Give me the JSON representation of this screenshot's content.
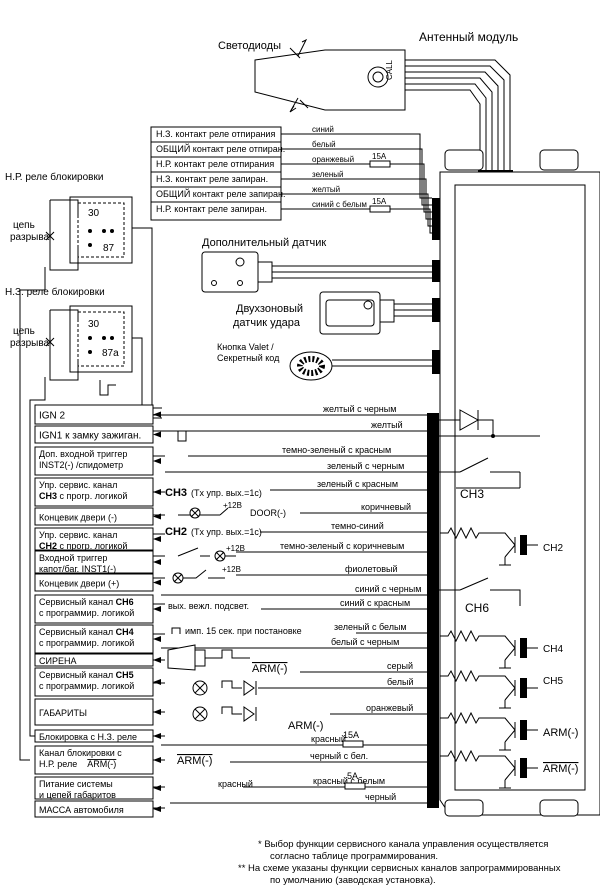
{
  "top": {
    "leds_label": "Светодиоды",
    "antenna_label": "Антенный модуль",
    "antenna_button": "CALL"
  },
  "relay_outputs": [
    {
      "label": "Н.З. контакт реле отпирания",
      "wire": "синий"
    },
    {
      "label": "ОБЩИЙ контакт реле отпиран.",
      "wire": "белый"
    },
    {
      "label": "Н.Р. контакт реле отпирания",
      "wire": "оранжевый",
      "fuse": "15А"
    },
    {
      "label": "Н.З. контакт реле запиран.",
      "wire": "зеленый"
    },
    {
      "label": "ОБЩИЙ контакт реле запиран.",
      "wire": "желтый"
    },
    {
      "label": "Н.Р. контакт реле запиран.",
      "wire": "синий с белым",
      "fuse": "15А"
    }
  ],
  "sensors": {
    "additional": "Дополнительный датчик",
    "shock_1": "Двухзоновый",
    "shock_2": "датчик удара",
    "valet_1": "Кнопка Valet /",
    "valet_2": "Секретный код"
  },
  "relays": {
    "no_title": "Н.Р. реле блокировки",
    "nc_title": "Н.З. реле блокировки",
    "break_1": "цепь",
    "break_2": "разрыва",
    "pin30": "30",
    "pin87": "87",
    "pin87a": "87а"
  },
  "left_boxes": [
    {
      "l1": "IGN 2"
    },
    {
      "l1": "IGN1 к замку зажиган."
    },
    {
      "l1": "Доп. входной триггер",
      "l2": "INST2(-) /спидометр"
    },
    {
      "l1": "Упр. сервис. канал",
      "l2a": "CH3",
      "l2b": " с прогр. логикой"
    },
    {
      "l1": "Концевик двери (-)"
    },
    {
      "l1": "Упр. сервис. канал",
      "l2a": "CH2",
      "l2b": " с прогр. логикой"
    },
    {
      "l1": "Входной триггер",
      "l2": "капот/баг. INST1(-)"
    },
    {
      "l1": "Концевик двери (+)"
    },
    {
      "l1": "Сервисный канал ",
      "l1b": "CH6",
      "l2": "с программир. логикой"
    },
    {
      "l1": "Сервисный канал ",
      "l1b": "CH4",
      "l2": "с программир. логикой"
    },
    {
      "l1": "СИРЕНА"
    },
    {
      "l1": "Сервисный канал ",
      "l1b": "CH5",
      "l2": "с программир. логикой"
    },
    {
      "l1": "ГАБАРИТЫ"
    },
    {
      "l1": "Блокировка с Н.З. реле"
    },
    {
      "l1": "Канал блокировки с",
      "l2": "Н.Р. реле",
      "l2b": "ARM(-)"
    },
    {
      "l1": "Питание системы",
      "l2": "и цепей габаритов"
    },
    {
      "l1": "МАССА автомобиля"
    }
  ],
  "wires": [
    "желтый с черным",
    "желтый",
    "темно-зеленый с красным",
    "зеленый с черным",
    "зеленый с красным",
    "коричневый",
    "темно-синий",
    "темно-зеленый с коричневым",
    "фиолетовый",
    "синий с черным",
    "синий с красным",
    "зеленый с белым",
    "белый с черным",
    "серый",
    "белый",
    "оранжевый",
    "красный",
    "черный с бел.",
    "красный с белым",
    "черный"
  ],
  "middle": {
    "ch3_main": "CH3",
    "ch3_note": " (Tx упр. вых.=1с)",
    "door": "DOOR(-)",
    "plus12": "+12В",
    "ch2_main": "CH2",
    "ch2_note": " (Tx упр. вых.=1с)",
    "ch6_note": "вых. вежл. подсвет.",
    "ch4_note": "имп. 15 сек. при постановке",
    "arm_neg": "ARM(-)",
    "fuse15": "15А",
    "fuse5": "5А",
    "red": "красный"
  },
  "right": {
    "ch3": "CH3",
    "ch2": "CH2",
    "ch6": "CH6",
    "ch4": "CH4",
    "ch5": "CH5",
    "arm_a": "ARM(-)",
    "arm_b": "ARM(-)"
  },
  "footnotes": [
    "* Выбор функции сервисного канала управления осуществляется",
    "согласно таблице программирования.",
    "**  На схеме указаны функции сервисных каналов запрограммированных",
    "по умолчанию (заводская установка)."
  ]
}
